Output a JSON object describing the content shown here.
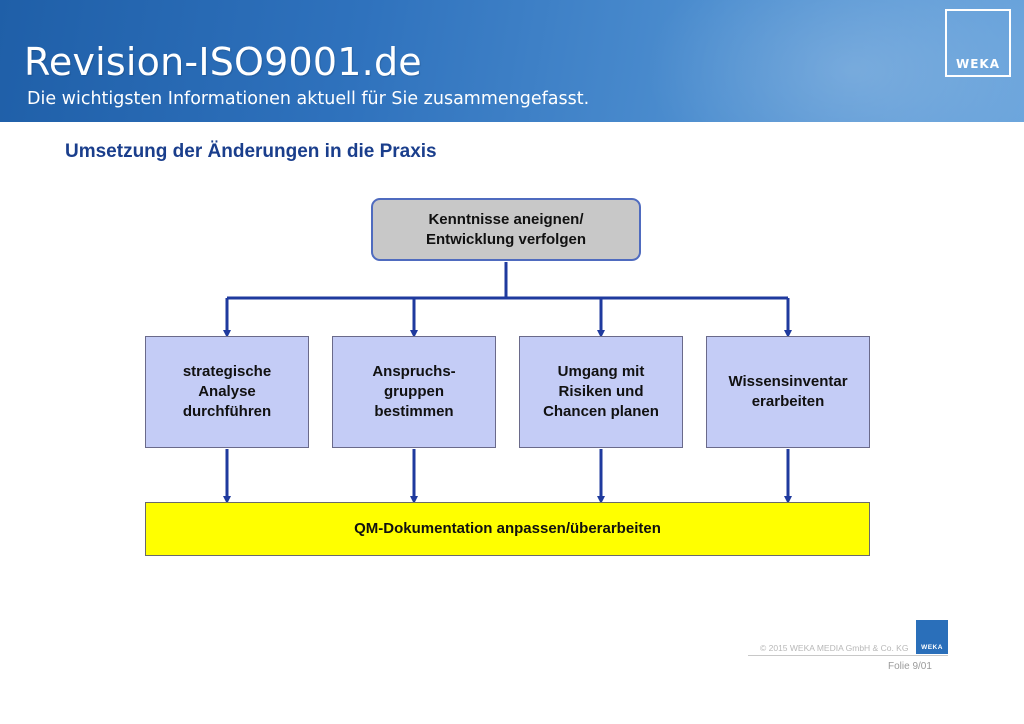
{
  "header": {
    "title": "Revision-ISO9001.de",
    "subtitle": "Die wichtigsten Informationen aktuell für Sie zusammengefasst.",
    "logo_text": "WEKA"
  },
  "slide": {
    "title": "Umsetzung der Änderungen in die Praxis"
  },
  "diagram": {
    "top_box": "Kenntnisse aneignen/\nEntwicklung verfolgen",
    "middle_boxes": [
      "strategische\nAnalyse\ndurchführen",
      "Anspruchs-\ngruppen\nbestimmen",
      "Umgang mit\nRisiken und\nChancen planen",
      "Wissensinventar\nerarbeiten"
    ],
    "bottom_box": "QM-Dokumentation anpassen/überarbeiten",
    "colors": {
      "top_box_fill": "#c8c8c8",
      "middle_box_fill": "#c4ccf6",
      "bottom_box_fill": "#ffff00",
      "connector": "#1f3a9e"
    }
  },
  "footer": {
    "copyright": "© 2015 WEKA MEDIA GmbH & Co. KG",
    "slide_number": "Folie  9/01",
    "logo_text": "WEKA"
  }
}
